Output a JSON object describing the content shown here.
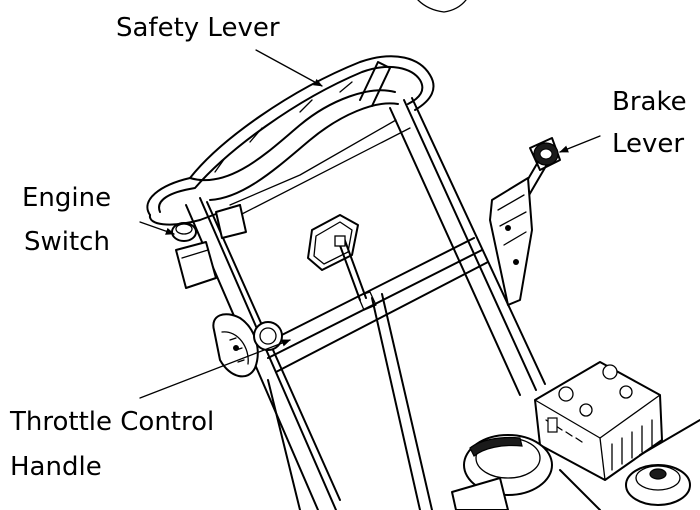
{
  "labels": {
    "safety_lever": "Safety Lever",
    "brake_line1": "Brake",
    "brake_line2": "Lever",
    "engine_line1": "Engine",
    "engine_line2": "Switch",
    "throttle_line1": "Throttle Control",
    "throttle_line2": "Handle"
  }
}
